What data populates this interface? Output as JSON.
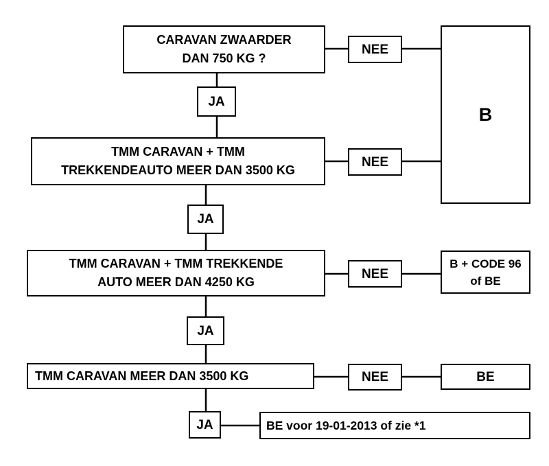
{
  "questions": {
    "q1": "CARAVAN ZWAARDER\nDAN 750 KG ?",
    "q2": "TMM CARAVAN + TMM\nTREKKENDEAUTO MEER DAN 3500 KG",
    "q3": "TMM CARAVAN + TMM TREKKENDE\nAUTO MEER DAN 4250 KG",
    "q4": "TMM CARAVAN MEER DAN 3500 KG"
  },
  "answers": {
    "yes": "JA",
    "no": "NEE"
  },
  "outcomes": {
    "b": "B",
    "b_code96_or_be": "B + CODE 96\nof BE",
    "be": "BE",
    "be_before_date": "BE voor 19-01-2013 of zie *1"
  }
}
